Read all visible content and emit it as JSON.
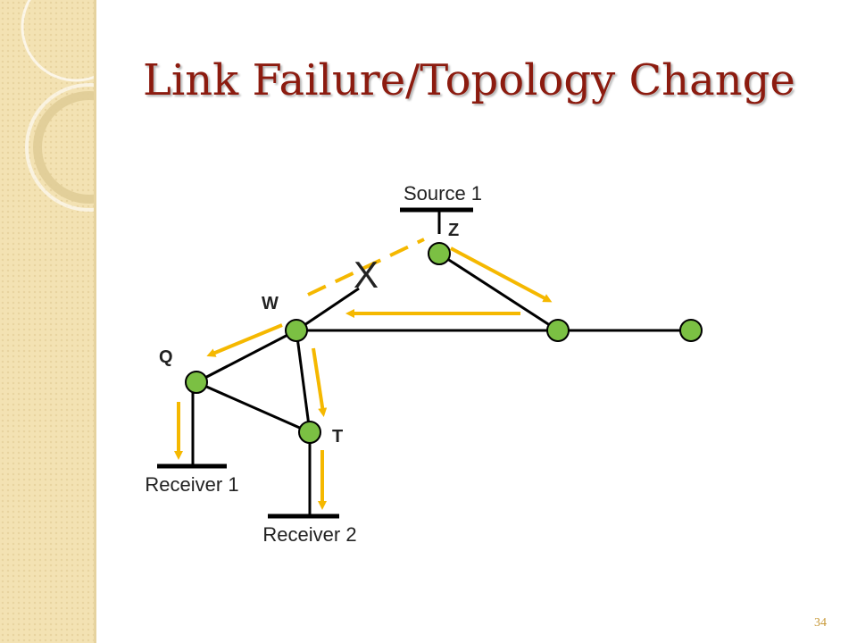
{
  "slide": {
    "title": "Link Failure/Topology Change",
    "page_number": "34"
  },
  "diagram": {
    "labels": {
      "source": "Source 1",
      "receiver1": "Receiver 1",
      "receiver2": "Receiver 2",
      "z": "Z",
      "w": "W",
      "q": "Q",
      "t": "T",
      "failure_mark": "X"
    },
    "colors": {
      "node_fill": "#7bc043",
      "arrow": "#f5b800",
      "link": "#000000",
      "title": "#8c1b0f"
    }
  }
}
